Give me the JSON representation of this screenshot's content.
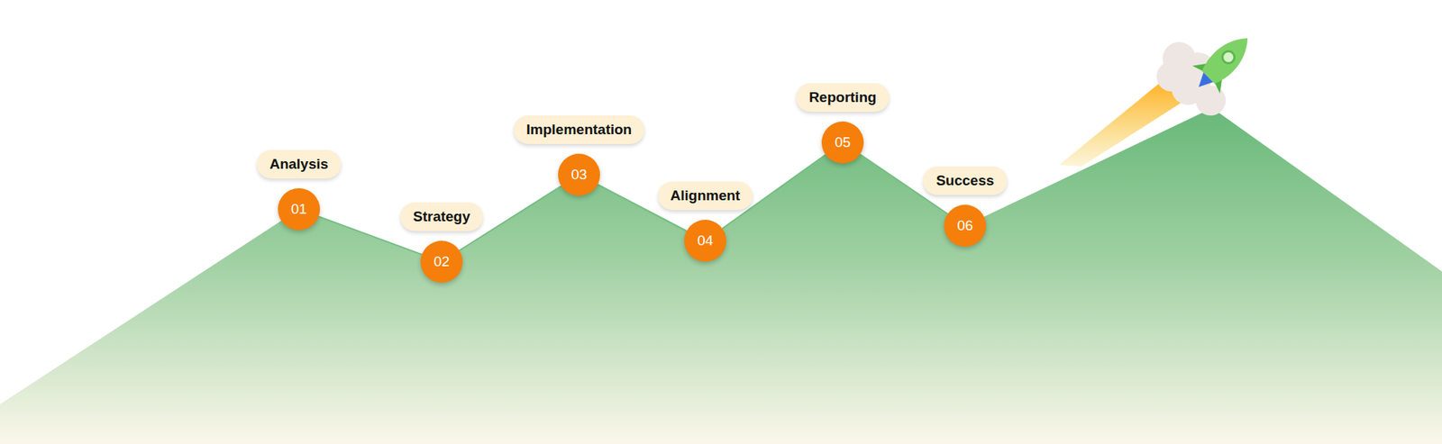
{
  "diagram": {
    "nodes": [
      {
        "text": [
          "Analysis",
          "01"
        ]
      },
      {
        "text": [
          "Strategy",
          "02"
        ]
      },
      {
        "text": [
          "Implementation",
          "03"
        ]
      },
      {
        "text": [
          "Alignment",
          "04"
        ]
      },
      {
        "text": [
          "Reporting",
          "05"
        ]
      },
      {
        "text": [
          "Success",
          "06"
        ]
      }
    ],
    "edges": [
      {
        "from": 0,
        "to": 1,
        "arrow": "none"
      },
      {
        "from": 1,
        "to": 2,
        "arrow": "none"
      },
      {
        "from": 2,
        "to": 3,
        "arrow": "none"
      },
      {
        "from": 3,
        "to": 4,
        "arrow": "none"
      },
      {
        "from": 4,
        "to": 5,
        "arrow": "none"
      }
    ]
  }
}
